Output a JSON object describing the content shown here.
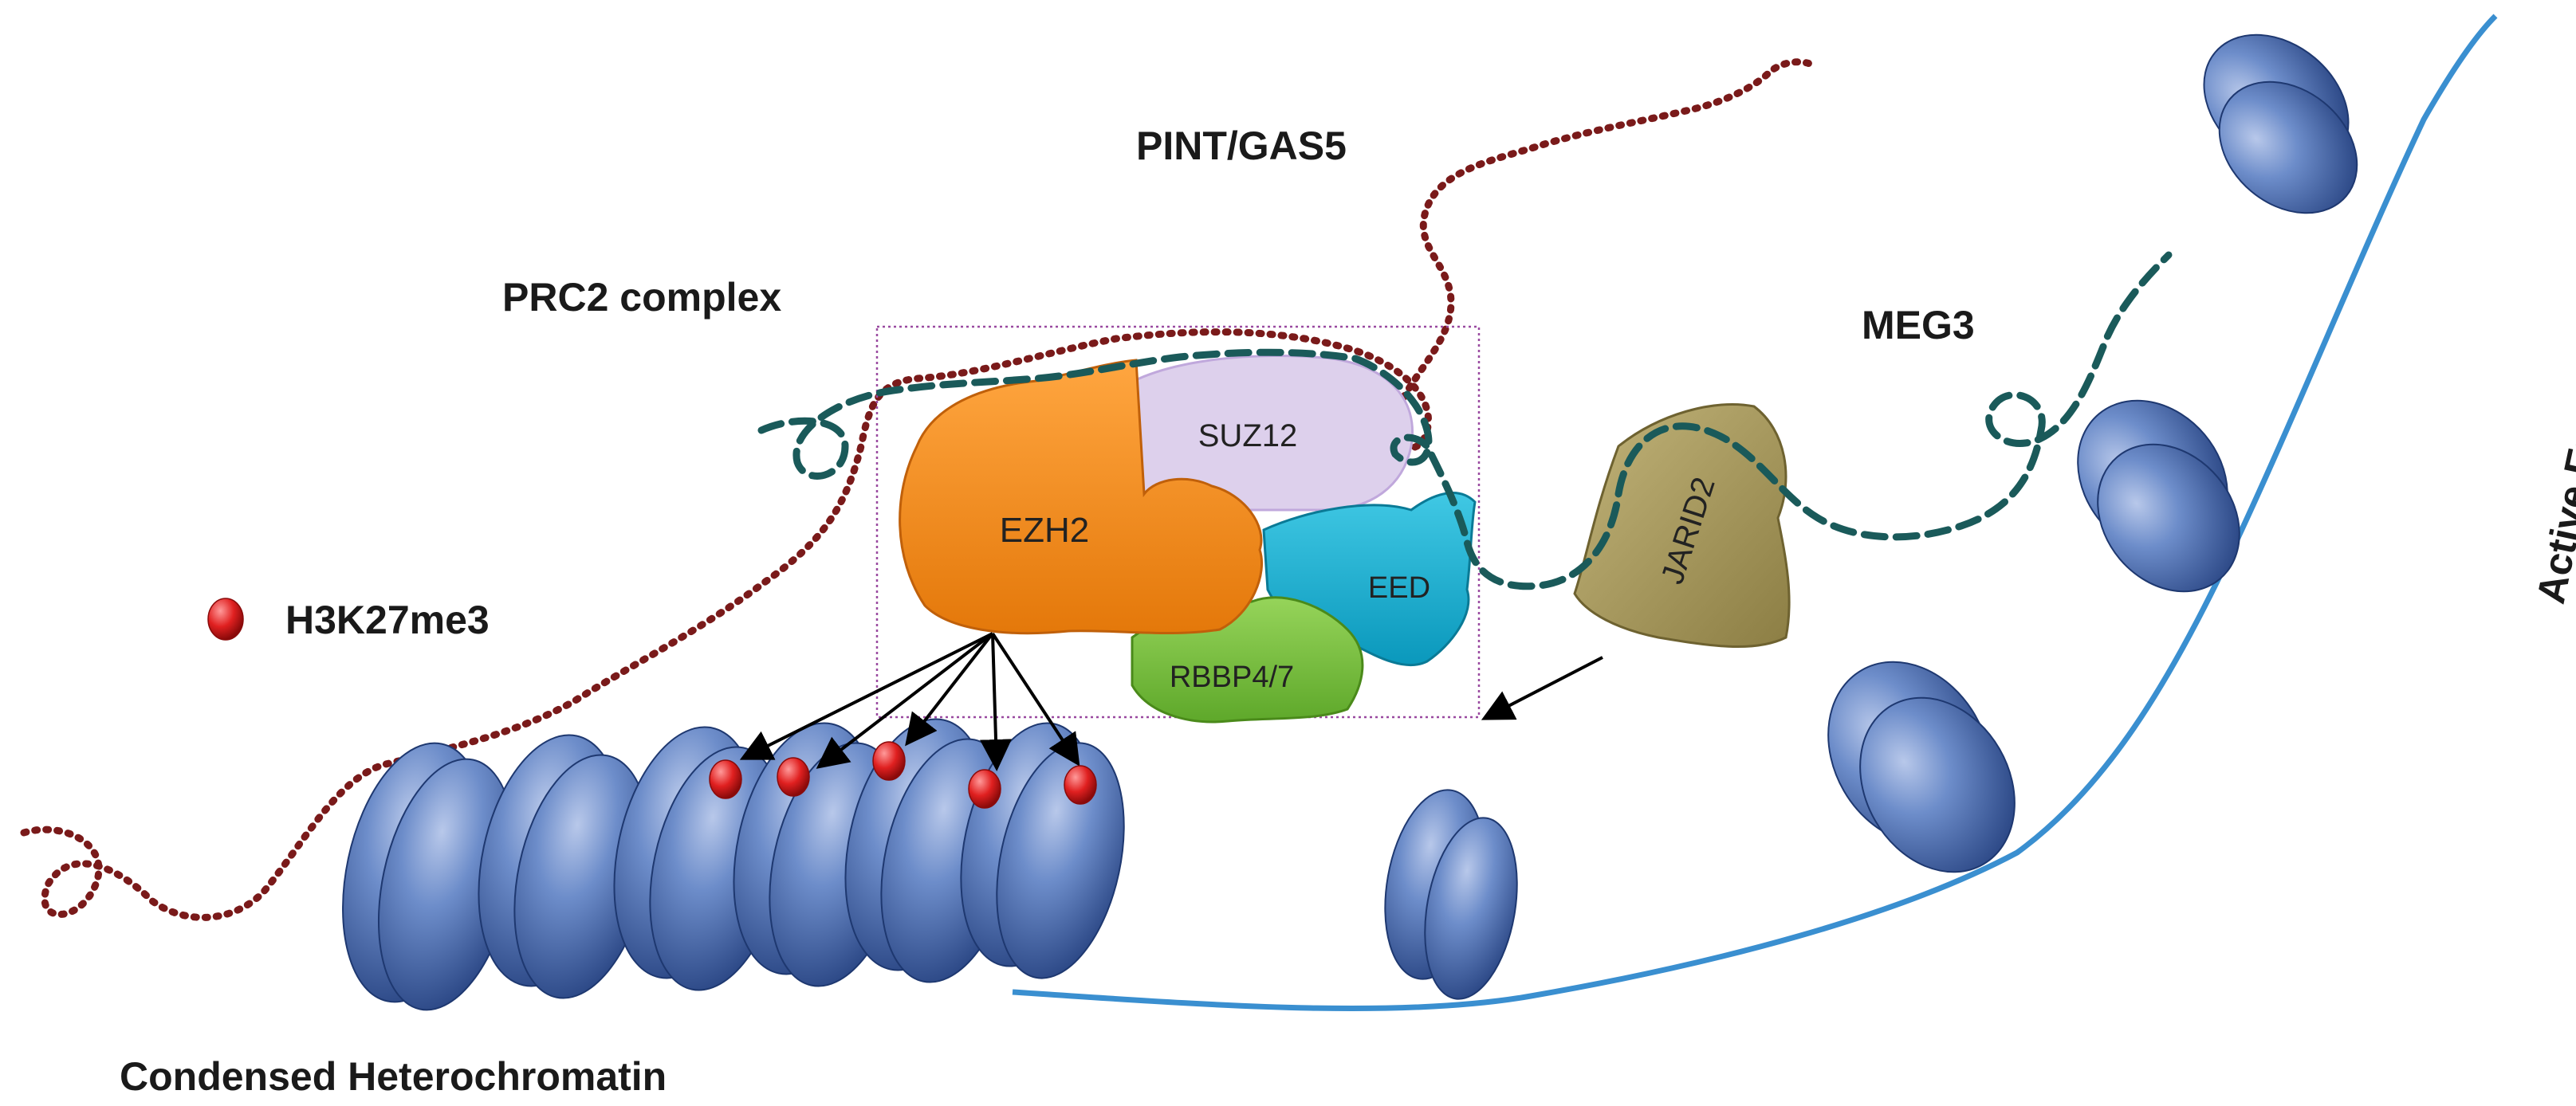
{
  "labels": {
    "pint_gas5": "PINT/GAS5",
    "prc2_complex": "PRC2 complex",
    "meg3": "MEG3",
    "h3k27me3": "H3K27me3",
    "active_euchromatin": "Active Euchromatin",
    "condensed_heterochromatin": "Condensed Heterochromatin"
  },
  "subunits": {
    "suz12": "SUZ12",
    "ezh2": "EZH2",
    "eed": "EED",
    "rbbp": "RBBP4/7",
    "jarid2": "JARID2"
  },
  "colors": {
    "nucleosome": "#4a69a9",
    "dna_strand": "#3a8fd0",
    "pint_rna": "#7a1a1a",
    "meg3_rna": "#1a5a5a",
    "ezh2": "#f48a1a",
    "suz12": "#ddd0ec",
    "eed": "#1ab0d0",
    "rbbp": "#7cc242",
    "jarid2": "#a89a5a",
    "h3k27me3_mark": "#e02020",
    "complex_box": "#9a4aa0"
  }
}
